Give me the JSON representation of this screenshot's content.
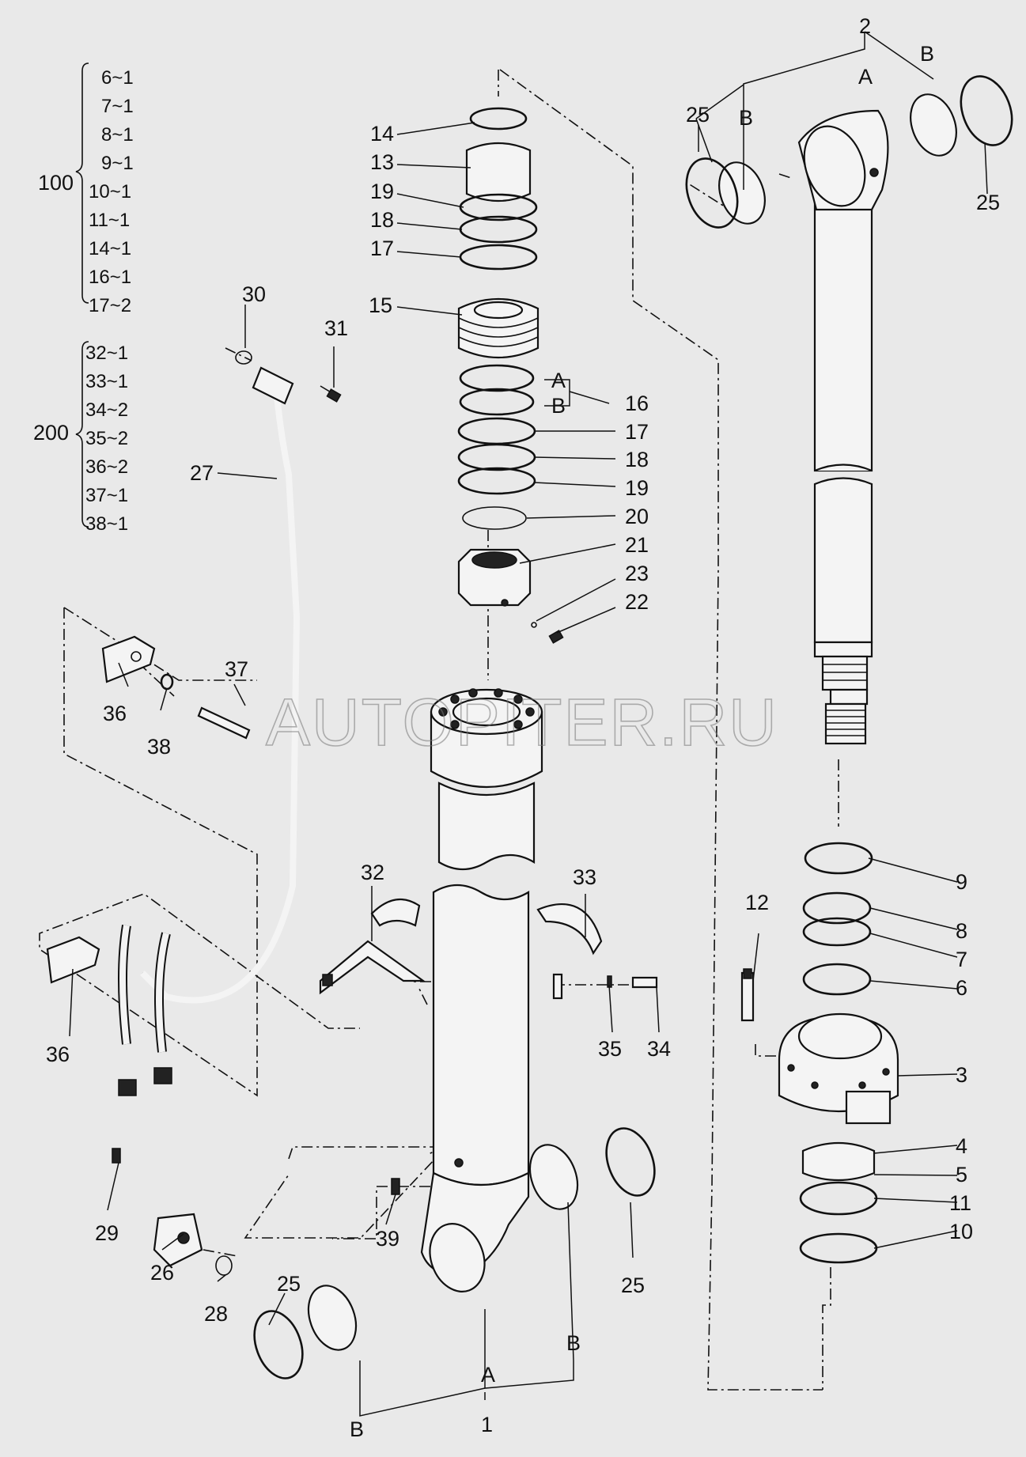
{
  "diagram": {
    "watermark": "AUTOPITER.RU",
    "kits": [
      {
        "id": "kit-100",
        "number": "100",
        "parts": [
          "6~1",
          "7~1",
          "8~1",
          "9~1",
          "10~1",
          "11~1",
          "14~1",
          "16~1",
          "17~2"
        ]
      },
      {
        "id": "kit-200",
        "number": "200",
        "parts": [
          "32~1",
          "33~1",
          "34~2",
          "35~2",
          "36~2",
          "37~1",
          "38~1"
        ]
      }
    ],
    "callouts": [
      {
        "id": "c-2",
        "text": "2"
      },
      {
        "id": "c-A-top",
        "text": "A"
      },
      {
        "id": "c-B-top-right",
        "text": "B"
      },
      {
        "id": "c-B-top-left",
        "text": "B"
      },
      {
        "id": "c-25-top-left",
        "text": "25"
      },
      {
        "id": "c-25-top-right",
        "text": "25"
      },
      {
        "id": "c-14",
        "text": "14"
      },
      {
        "id": "c-13",
        "text": "13"
      },
      {
        "id": "c-19-top",
        "text": "19"
      },
      {
        "id": "c-18-top",
        "text": "18"
      },
      {
        "id": "c-17-top",
        "text": "17"
      },
      {
        "id": "c-15",
        "text": "15"
      },
      {
        "id": "c-A-mid",
        "text": "A"
      },
      {
        "id": "c-B-mid",
        "text": "B"
      },
      {
        "id": "c-16",
        "text": "16"
      },
      {
        "id": "c-17-mid",
        "text": "17"
      },
      {
        "id": "c-18-mid",
        "text": "18"
      },
      {
        "id": "c-19-mid",
        "text": "19"
      },
      {
        "id": "c-20",
        "text": "20"
      },
      {
        "id": "c-21",
        "text": "21"
      },
      {
        "id": "c-23",
        "text": "23"
      },
      {
        "id": "c-22",
        "text": "22"
      },
      {
        "id": "c-30",
        "text": "30"
      },
      {
        "id": "c-31",
        "text": "31"
      },
      {
        "id": "c-27",
        "text": "27"
      },
      {
        "id": "c-37",
        "text": "37"
      },
      {
        "id": "c-36-top",
        "text": "36"
      },
      {
        "id": "c-38",
        "text": "38"
      },
      {
        "id": "c-32",
        "text": "32"
      },
      {
        "id": "c-33",
        "text": "33"
      },
      {
        "id": "c-35",
        "text": "35"
      },
      {
        "id": "c-34",
        "text": "34"
      },
      {
        "id": "c-36-bottom",
        "text": "36"
      },
      {
        "id": "c-29",
        "text": "29"
      },
      {
        "id": "c-26",
        "text": "26"
      },
      {
        "id": "c-28",
        "text": "28"
      },
      {
        "id": "c-39",
        "text": "39"
      },
      {
        "id": "c-25-bottom-left",
        "text": "25"
      },
      {
        "id": "c-25-bottom-right",
        "text": "25"
      },
      {
        "id": "c-B-bottom-right",
        "text": "B"
      },
      {
        "id": "c-A-bottom",
        "text": "A"
      },
      {
        "id": "c-B-bottom-left",
        "text": "B"
      },
      {
        "id": "c-1",
        "text": "1"
      },
      {
        "id": "c-9",
        "text": "9"
      },
      {
        "id": "c-8",
        "text": "8"
      },
      {
        "id": "c-7",
        "text": "7"
      },
      {
        "id": "c-6",
        "text": "6"
      },
      {
        "id": "c-12",
        "text": "12"
      },
      {
        "id": "c-3",
        "text": "3"
      },
      {
        "id": "c-4",
        "text": "4"
      },
      {
        "id": "c-5",
        "text": "5"
      },
      {
        "id": "c-11",
        "text": "11"
      },
      {
        "id": "c-10",
        "text": "10"
      }
    ]
  }
}
